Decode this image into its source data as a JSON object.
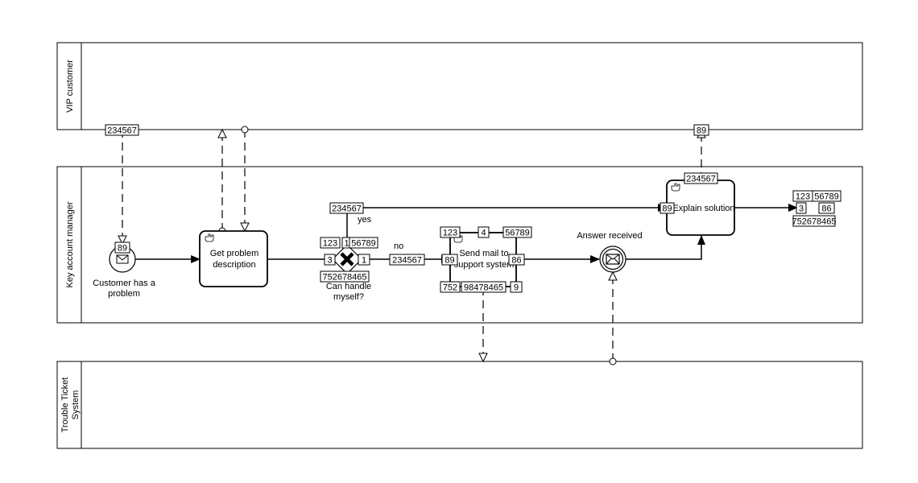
{
  "pools": {
    "vip": "VIP customer",
    "kam": "Key account manager",
    "tts_line1": "Trouble Ticket",
    "tts_line2": "System"
  },
  "nodes": {
    "start_line1": "Customer has a",
    "start_line2": "problem",
    "get_line1": "Get problem",
    "get_line2": "description",
    "gw_line1": "Can handle",
    "gw_line2": "myself?",
    "send_line1": "Send mail to",
    "send_line2": "support system",
    "answer": "Answer received",
    "explain": "Explain solution"
  },
  "flows": {
    "yes": "yes",
    "no": "no"
  },
  "badges": {
    "msg_vip_start": "234567",
    "start_event": "89",
    "msg_explain_vip": "89",
    "yes_flow": "234567",
    "explain_top": "234567",
    "explain_left": "89",
    "gw_tl": "123",
    "gw_t": "1",
    "gw_tr": "56789",
    "gw_l": "3",
    "gw_r": "1",
    "gw_b": "752678465",
    "no_flow": "234567",
    "send_tl": "123",
    "send_t": "4",
    "send_tr": "56789",
    "send_l": "89",
    "send_r": "86",
    "send_bl": "752",
    "send_b": "98478465",
    "send_br": "9",
    "end_tl": "123",
    "end_tr": "56789",
    "end_l": "3",
    "end_r": "86",
    "end_b": "752678465"
  }
}
